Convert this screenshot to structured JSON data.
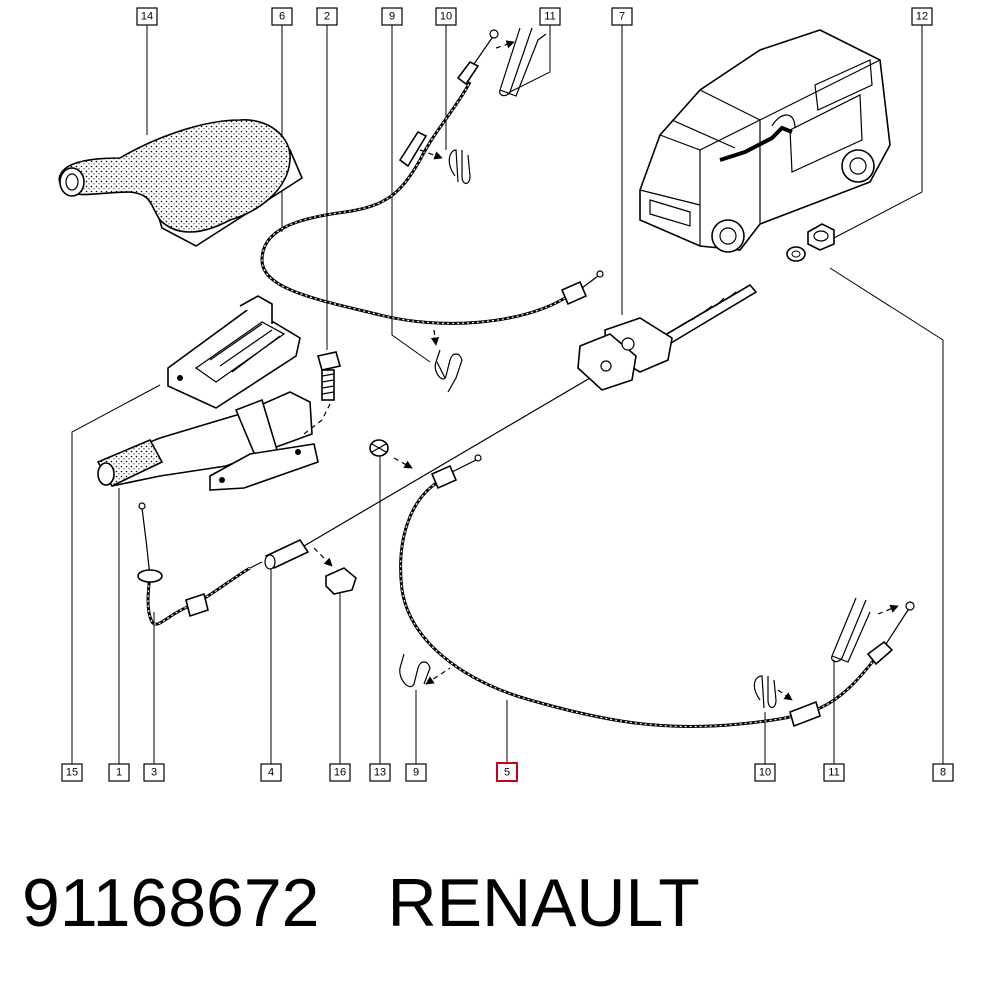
{
  "caption": {
    "part_number": "91168672",
    "brand": "RENAULT"
  },
  "callouts": [
    {
      "id": "c14",
      "label": "14"
    },
    {
      "id": "c6",
      "label": "6"
    },
    {
      "id": "c2",
      "label": "2"
    },
    {
      "id": "c9top",
      "label": "9"
    },
    {
      "id": "c10top",
      "label": "10"
    },
    {
      "id": "c11top",
      "label": "11"
    },
    {
      "id": "c7",
      "label": "7"
    },
    {
      "id": "c12",
      "label": "12"
    },
    {
      "id": "c15",
      "label": "15"
    },
    {
      "id": "c1",
      "label": "1"
    },
    {
      "id": "c3",
      "label": "3"
    },
    {
      "id": "c4",
      "label": "4"
    },
    {
      "id": "c16",
      "label": "16"
    },
    {
      "id": "c13",
      "label": "13"
    },
    {
      "id": "c9bot",
      "label": "9"
    },
    {
      "id": "c5",
      "label": "5",
      "highlighted": true
    },
    {
      "id": "c10bot",
      "label": "10"
    },
    {
      "id": "c11bot",
      "label": "11"
    },
    {
      "id": "c8",
      "label": "8"
    }
  ],
  "colors": {
    "line": "#000000",
    "background": "#ffffff",
    "highlight": "#d0001a"
  }
}
